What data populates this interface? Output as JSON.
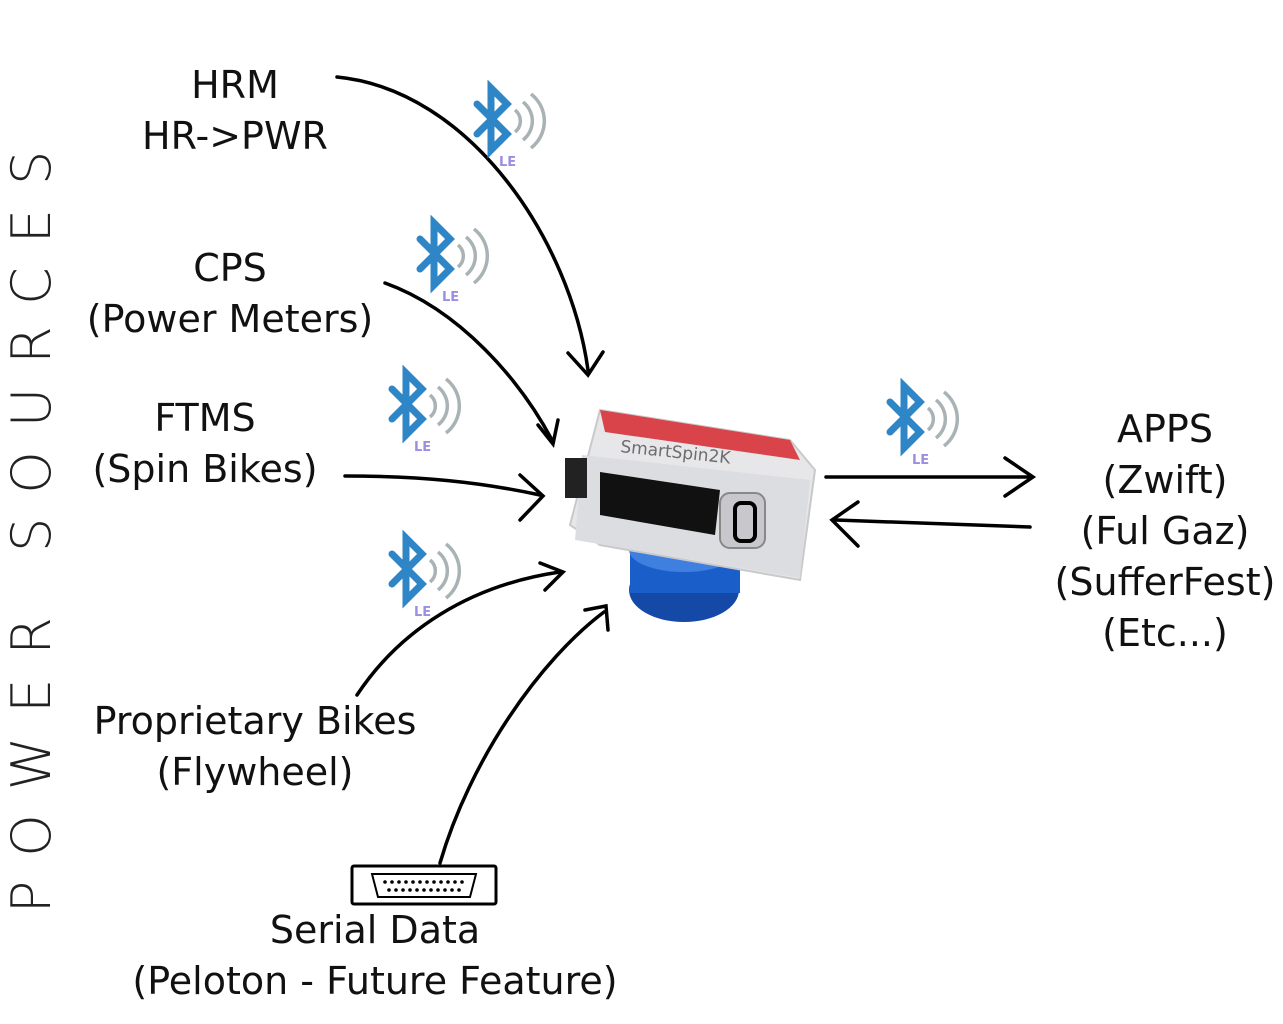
{
  "side_title": "POWER SOURCES",
  "sources": {
    "hrm": {
      "line1": "HRM",
      "line2": "HR->PWR"
    },
    "cps": {
      "line1": "CPS",
      "line2": "(Power Meters)"
    },
    "ftms": {
      "line1": "FTMS",
      "line2": "(Spin Bikes)"
    },
    "proprietary": {
      "line1": "Proprietary Bikes",
      "line2": "(Flywheel)"
    },
    "serial": {
      "line1": "Serial Data",
      "line2": "(Peloton - Future Feature)"
    }
  },
  "apps": {
    "line1": "APPS",
    "line2": "(Zwift)",
    "line3": "(Ful Gaz)",
    "line4": "(SufferFest)",
    "line5": "(Etc...)"
  },
  "device": {
    "label": "SmartSpin2K"
  },
  "bluetooth": {
    "badge": "LE",
    "icon": "bluetooth-le-icon"
  },
  "colors": {
    "bluetooth": "#2f86c6",
    "waves": "#a9b3b6",
    "badge": "#9a8fe0",
    "device_knob": "#1a5fc9",
    "device_top": "#d9444a"
  }
}
